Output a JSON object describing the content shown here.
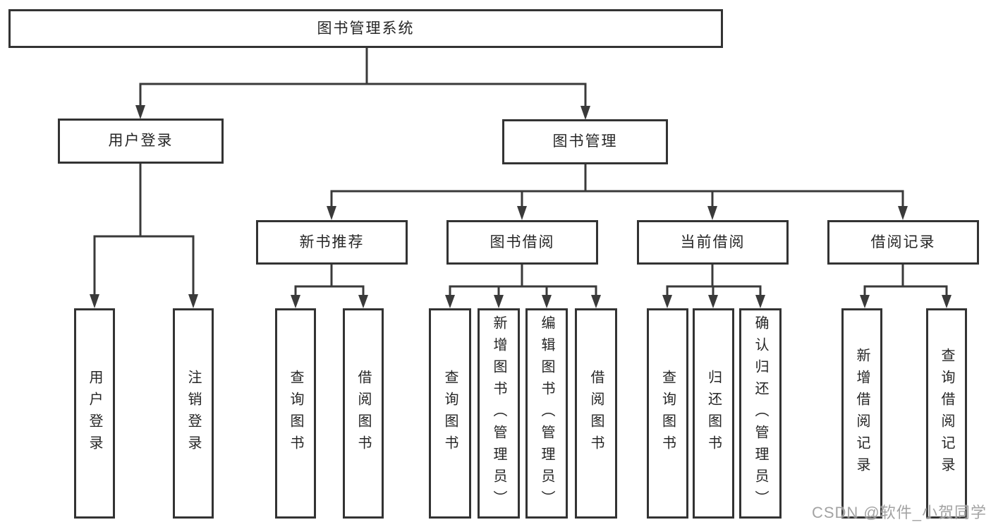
{
  "colors": {
    "line": "#3a3a3a",
    "border": "#333333",
    "text": "#262626",
    "watermark": "#9a9a9a",
    "background": "#ffffff"
  },
  "watermark": "CSDN @软件_小贺同学",
  "tree": {
    "label": "图书管理系统",
    "children": [
      {
        "label": "用户登录",
        "children": [
          {
            "label": "用户登录"
          },
          {
            "label": "注销登录"
          }
        ]
      },
      {
        "label": "图书管理",
        "children": [
          {
            "label": "新书推荐",
            "children": [
              {
                "label": "查询图书"
              },
              {
                "label": "借阅图书"
              }
            ]
          },
          {
            "label": "图书借阅",
            "children": [
              {
                "label": "查询图书"
              },
              {
                "label": "新增图书（管理员）"
              },
              {
                "label": "编辑图书（管理员）"
              },
              {
                "label": "借阅图书"
              }
            ]
          },
          {
            "label": "当前借阅",
            "children": [
              {
                "label": "查询图书"
              },
              {
                "label": "归还图书"
              },
              {
                "label": "确认归还（管理员）"
              }
            ]
          },
          {
            "label": "借阅记录",
            "children": [
              {
                "label": "新增借阅记录"
              },
              {
                "label": "查询借阅记录"
              }
            ]
          }
        ]
      }
    ]
  }
}
